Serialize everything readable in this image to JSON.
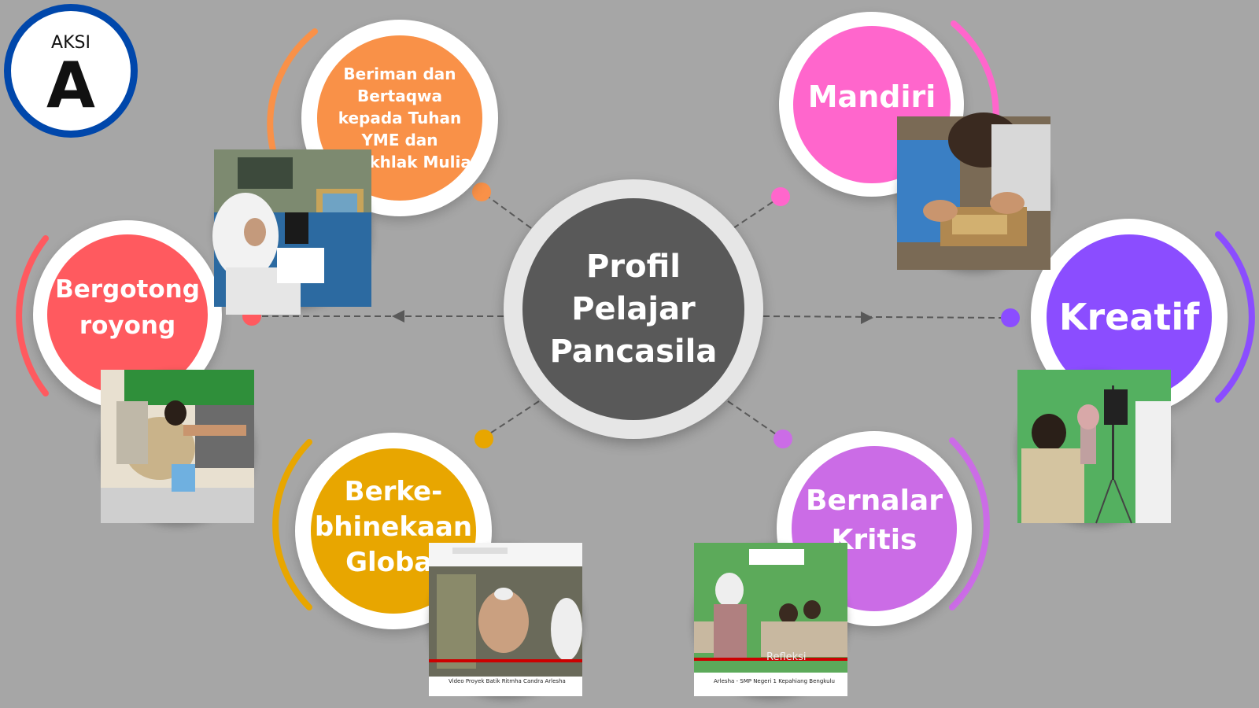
{
  "badge": {
    "top": "AKSI",
    "letter": "A"
  },
  "center": {
    "title": "Profil\nPelajar\nPancasila"
  },
  "dimensions": [
    {
      "id": "beriman",
      "label": "Beriman dan\nBertaqwa\nkepada Tuhan\nYME dan\nBerakhlak Mulia",
      "color": "#f99148"
    },
    {
      "id": "mandiri",
      "label": "Mandiri",
      "color": "#ff66cc"
    },
    {
      "id": "gotong",
      "label": "Bergotong\nroyong",
      "color": "#ff5a5f"
    },
    {
      "id": "kreatif",
      "label": "Kreatif",
      "color": "#8b4dff"
    },
    {
      "id": "kebhinekaan",
      "label": "Berke-\nbhinekaan\nGlobal",
      "color": "#e8a600"
    },
    {
      "id": "bernalar",
      "label": "Bernalar\nKritis",
      "color": "#cb6ce6"
    }
  ],
  "colors": {
    "background": "#a6a6a6",
    "center_fill": "#595959",
    "badge_ring": "#0047ab",
    "connector": "#595959"
  },
  "video_captions": {
    "kebhinekaan": "Video Proyek Batik Ritmha Candra Arlesha",
    "bernalar_title": "Refleksi",
    "bernalar": "Arlesha - SMP Negeri 1 Kepahiang Bengkulu"
  }
}
